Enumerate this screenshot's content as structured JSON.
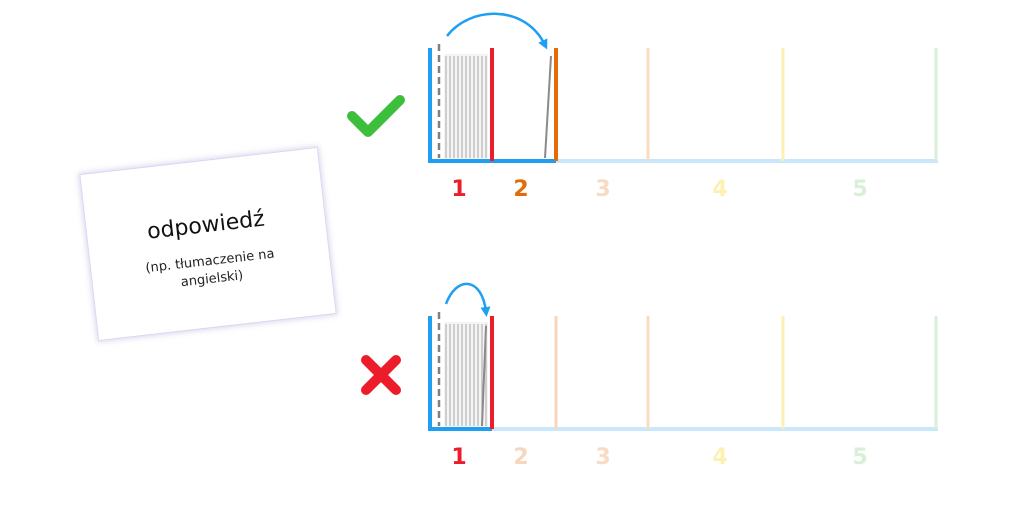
{
  "card": {
    "word": "odpowiedź",
    "note": "(np. tłumaczenie na angielski)"
  },
  "colors": {
    "box1": "#ec1c2b",
    "box2": "#e36c09",
    "box3": "#f5c8a0",
    "box4": "#fbe98a",
    "box5": "#bfe6bd",
    "shelf": "#1e9ff2",
    "shelf_faded": "#c9e8fb",
    "correct": "#3dbf3d",
    "wrong": "#ec1c2b"
  },
  "rows": [
    {
      "id": "correct",
      "icon": "check-icon",
      "labels": [
        "1",
        "2",
        "3",
        "4",
        "5"
      ]
    },
    {
      "id": "wrong",
      "icon": "cross-icon",
      "labels": [
        "1",
        "2",
        "3",
        "4",
        "5"
      ]
    }
  ]
}
